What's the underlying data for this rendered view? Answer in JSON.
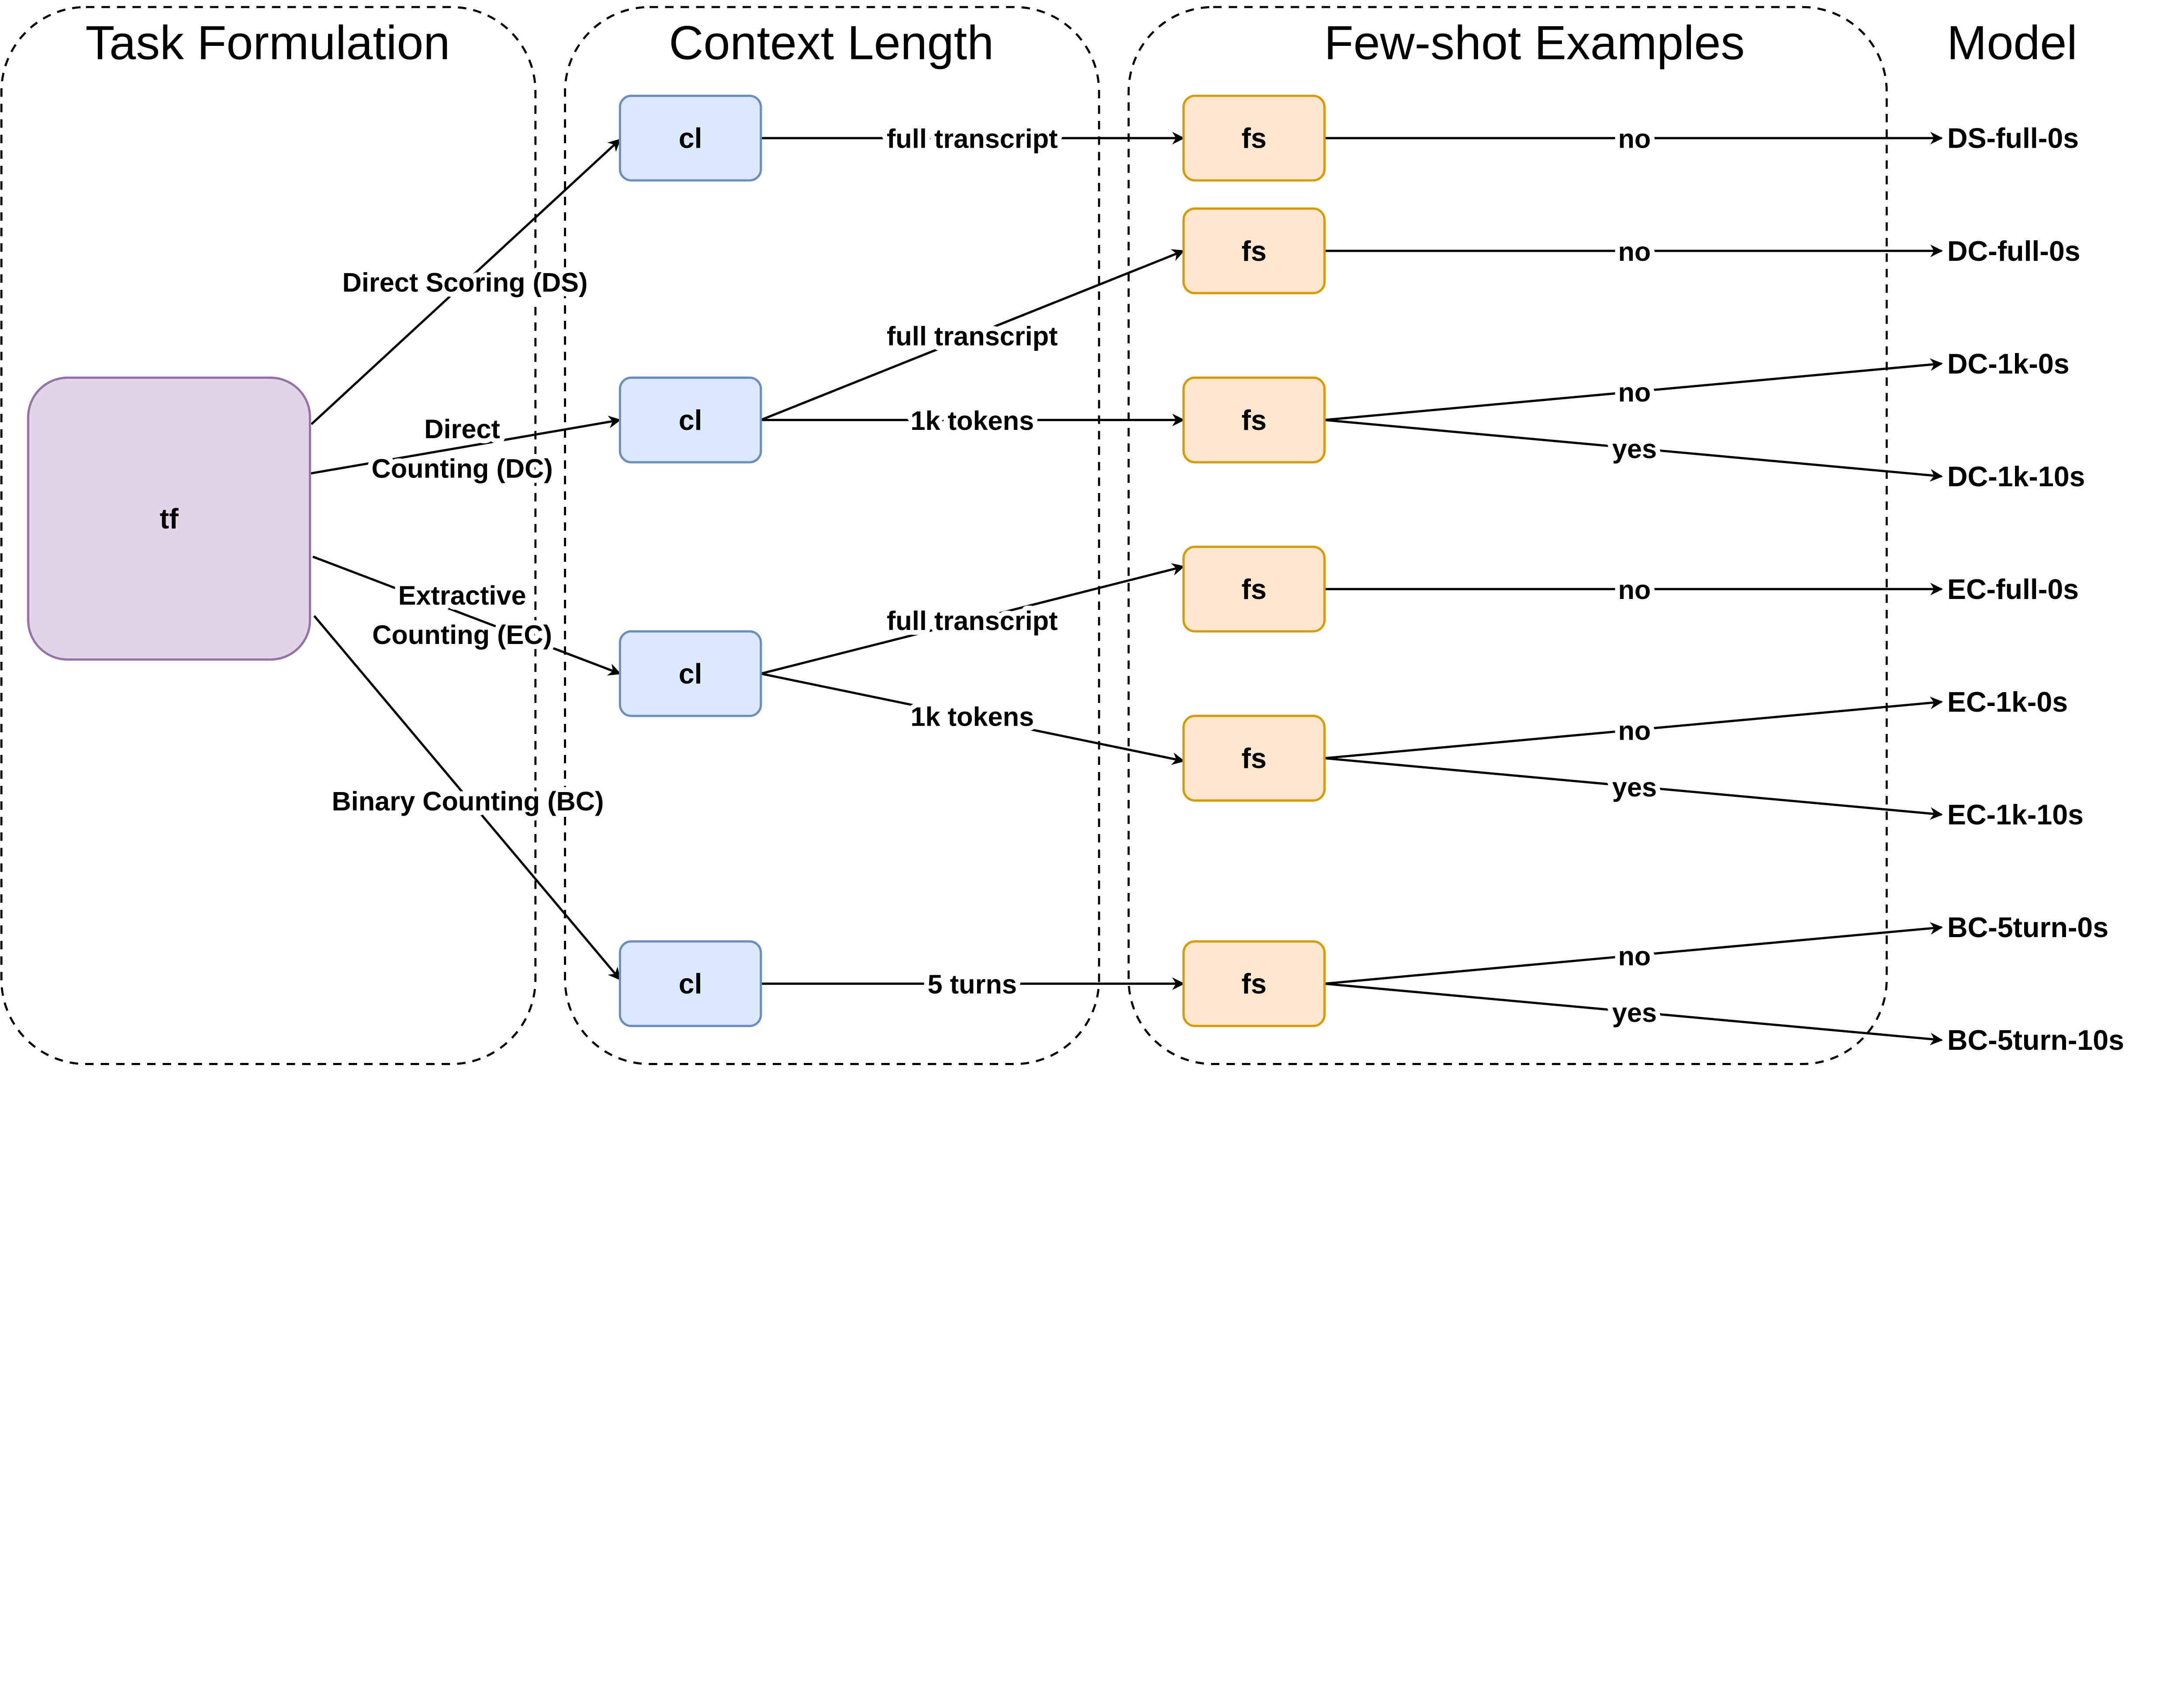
{
  "columns": [
    {
      "id": "task",
      "title": "Task Formulation"
    },
    {
      "id": "context",
      "title": "Context Length"
    },
    {
      "id": "fewshot",
      "title": "Few-shot Examples"
    },
    {
      "id": "model",
      "title": "Model"
    }
  ],
  "colors": {
    "tf": {
      "fill": "#e1d5e7",
      "stroke": "#9673a6"
    },
    "cl": {
      "fill": "#dae8fc",
      "stroke": "#6c8ebf"
    },
    "fs": {
      "fill": "#ffe6cc",
      "stroke": "#d79b00"
    }
  },
  "nodes": [
    {
      "id": "tf",
      "label": "tf",
      "type": "tf"
    },
    {
      "id": "cl1",
      "label": "cl",
      "type": "cl"
    },
    {
      "id": "cl2",
      "label": "cl",
      "type": "cl"
    },
    {
      "id": "cl3",
      "label": "cl",
      "type": "cl"
    },
    {
      "id": "cl4",
      "label": "cl",
      "type": "cl"
    },
    {
      "id": "fs1",
      "label": "fs",
      "type": "fs"
    },
    {
      "id": "fs2",
      "label": "fs",
      "type": "fs"
    },
    {
      "id": "fs3",
      "label": "fs",
      "type": "fs"
    },
    {
      "id": "fs4",
      "label": "fs",
      "type": "fs"
    },
    {
      "id": "fs5",
      "label": "fs",
      "type": "fs"
    },
    {
      "id": "fs6",
      "label": "fs",
      "type": "fs"
    }
  ],
  "models": [
    "DS-full-0s",
    "DC-full-0s",
    "DC-1k-0s",
    "DC-1k-10s",
    "EC-full-0s",
    "EC-1k-0s",
    "EC-1k-10s",
    "BC-5turn-0s",
    "BC-5turn-10s"
  ],
  "edges": [
    {
      "from": "tf",
      "to": "cl1",
      "label": [
        "Direct Scoring (DS)"
      ]
    },
    {
      "from": "tf",
      "to": "cl2",
      "label": [
        "Direct",
        "Counting (DC)"
      ]
    },
    {
      "from": "tf",
      "to": "cl3",
      "label": [
        "Extractive",
        "Counting (EC)"
      ]
    },
    {
      "from": "tf",
      "to": "cl4",
      "label": [
        "Binary Counting (BC)"
      ]
    },
    {
      "from": "cl1",
      "to": "fs1",
      "label": [
        "full transcript"
      ]
    },
    {
      "from": "cl2",
      "to": "fs2",
      "label": [
        "full transcript"
      ]
    },
    {
      "from": "cl2",
      "to": "fs3",
      "label": [
        "1k tokens"
      ]
    },
    {
      "from": "cl3",
      "to": "fs4",
      "label": [
        "full transcript"
      ]
    },
    {
      "from": "cl3",
      "to": "fs5",
      "label": [
        "1k tokens"
      ]
    },
    {
      "from": "cl4",
      "to": "fs6",
      "label": [
        "5 turns"
      ]
    },
    {
      "from": "fs1",
      "to": "m0",
      "label": [
        "no"
      ]
    },
    {
      "from": "fs2",
      "to": "m1",
      "label": [
        "no"
      ]
    },
    {
      "from": "fs3",
      "to": "m2",
      "label": [
        "no"
      ]
    },
    {
      "from": "fs3",
      "to": "m3",
      "label": [
        "yes"
      ]
    },
    {
      "from": "fs4",
      "to": "m4",
      "label": [
        "no"
      ]
    },
    {
      "from": "fs5",
      "to": "m5",
      "label": [
        "no"
      ]
    },
    {
      "from": "fs5",
      "to": "m6",
      "label": [
        "yes"
      ]
    },
    {
      "from": "fs6",
      "to": "m7",
      "label": [
        "no"
      ]
    },
    {
      "from": "fs6",
      "to": "m8",
      "label": [
        "yes"
      ]
    }
  ]
}
